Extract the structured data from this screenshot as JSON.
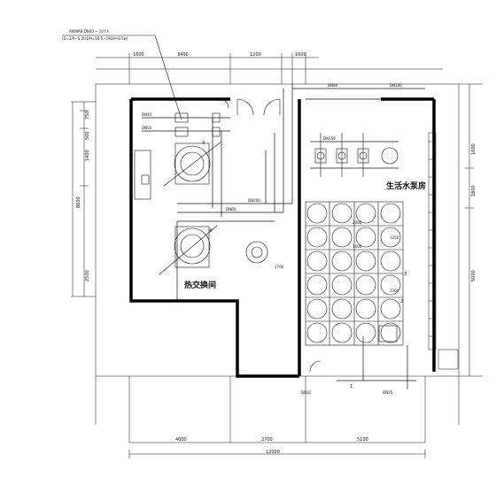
{
  "room_labels": {
    "heat_exchange_room": "热交换间",
    "water_pump_room": "生活水泵房"
  },
  "top_note": {
    "line1": "AWMRB DN50 ~ 10 t h",
    "line2": "(D=2/9~5.2t/1/H=18.5~19LH~0.5w)"
  },
  "dims_top": [
    "1600",
    "3400",
    "1200",
    "1600"
  ],
  "dims_bottom": [
    "4000",
    "2700",
    "5100"
  ],
  "dims_bottom_total": "12000",
  "dims_left": [
    "750",
    "500",
    "1400",
    "8600",
    "2500"
  ],
  "dims_right": [
    "1600",
    "1800",
    "5000"
  ],
  "pipe_tags": [
    "DN40",
    "DN50",
    "DN80",
    "DN100",
    "DN150",
    "DN200",
    "DN65",
    "DN32",
    "DN25"
  ],
  "equipment_numbers": [
    "4",
    "4",
    "3",
    "2",
    "1"
  ],
  "small_marks": [
    "1700",
    "1250",
    "1300",
    "2000",
    "1500"
  ],
  "colors": {
    "line": "#111111",
    "wall": "#000000",
    "bg": "#ffffff"
  }
}
